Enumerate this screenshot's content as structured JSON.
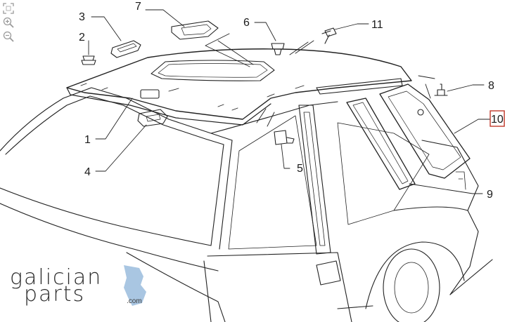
{
  "toolbar": {
    "fit_icon": "fit-to-screen-icon",
    "zoom_in_icon": "zoom-in-icon",
    "zoom_out_icon": "zoom-out-icon"
  },
  "callouts": [
    "1",
    "2",
    "3",
    "4",
    "5",
    "6",
    "7",
    "8",
    "9",
    "10",
    "11"
  ],
  "highlighted_callout": "10",
  "highlight_color": "#c0392b",
  "logo": {
    "line1": "galician",
    "line2": "parts",
    "suffix": ".com",
    "accent_color": "#a9c6e2"
  }
}
